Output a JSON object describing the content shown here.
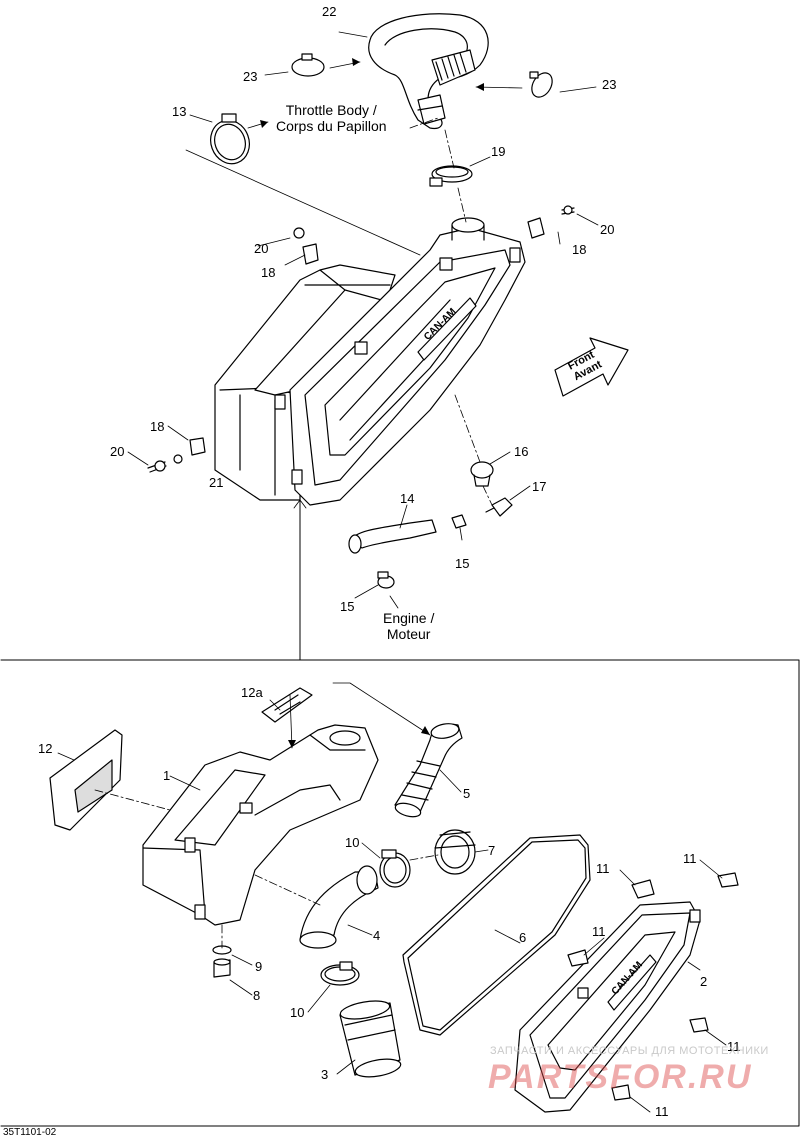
{
  "diagram": {
    "callouts": [
      {
        "id": "p22-top",
        "text": "22"
      },
      {
        "id": "p23-left",
        "text": "23"
      },
      {
        "id": "p23-right",
        "text": "23"
      },
      {
        "id": "p13",
        "text": "13"
      },
      {
        "id": "p19",
        "text": "19"
      },
      {
        "id": "p20-a",
        "text": "20"
      },
      {
        "id": "p18-a",
        "text": "18"
      },
      {
        "id": "p20-b",
        "text": "20"
      },
      {
        "id": "p18-b",
        "text": "18"
      },
      {
        "id": "p18-c",
        "text": "18"
      },
      {
        "id": "p20-c",
        "text": "20"
      },
      {
        "id": "p21",
        "text": "21"
      },
      {
        "id": "p16",
        "text": "16"
      },
      {
        "id": "p17",
        "text": "17"
      },
      {
        "id": "p14",
        "text": "14"
      },
      {
        "id": "p15-a",
        "text": "15"
      },
      {
        "id": "p15-b",
        "text": "15"
      },
      {
        "id": "p12a",
        "text": "12a"
      },
      {
        "id": "p12",
        "text": "12"
      },
      {
        "id": "p1",
        "text": "1"
      },
      {
        "id": "p5",
        "text": "5"
      },
      {
        "id": "p10-a",
        "text": "10"
      },
      {
        "id": "p7",
        "text": "7"
      },
      {
        "id": "p11-a",
        "text": "11"
      },
      {
        "id": "p11-b",
        "text": "11"
      },
      {
        "id": "p6",
        "text": "6"
      },
      {
        "id": "p11-c",
        "text": "11"
      },
      {
        "id": "p4",
        "text": "4"
      },
      {
        "id": "p9",
        "text": "9"
      },
      {
        "id": "p2",
        "text": "2"
      },
      {
        "id": "p8",
        "text": "8"
      },
      {
        "id": "p10-b",
        "text": "10"
      },
      {
        "id": "p11-d",
        "text": "11"
      },
      {
        "id": "p3",
        "text": "3"
      },
      {
        "id": "p11-e",
        "text": "11"
      }
    ],
    "notes": {
      "throttle_body_line1": "Throttle Body /",
      "throttle_body_line2": "Corps du Papillon",
      "engine_line1": "Engine /",
      "engine_line2": "Moteur",
      "front_line1": "Front",
      "front_line2": "Avant"
    },
    "brand_emboss": "CAN-AM",
    "doc_id": "35T1101-02"
  },
  "watermark": {
    "caption": "ЗАПЧАСТИ И АКСЕССУАРЫ ДЛЯ МОТОТЕХНИКИ",
    "logo": "PARTSFOR.RU"
  },
  "colors": {
    "line": "#000000",
    "fill": "#ffffff",
    "shade": "#d9d9d9",
    "watermark_red": "#dc4646"
  }
}
